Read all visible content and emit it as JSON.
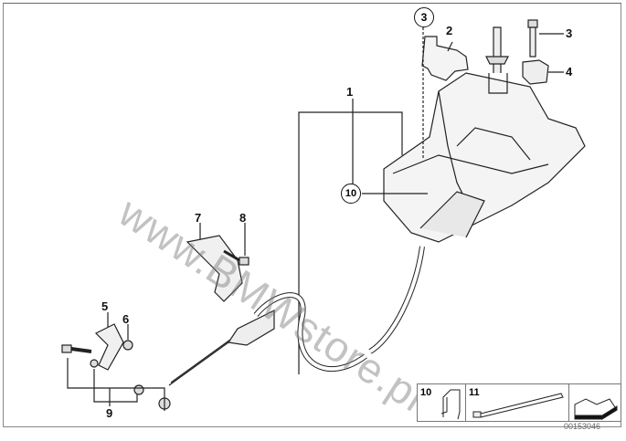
{
  "diagram": {
    "watermark": "www.BMWstore.pl",
    "drawing_number": "00153046",
    "callouts": {
      "c1": "1",
      "c2": "2",
      "c3_circled": "3",
      "c3": "3",
      "c4": "4",
      "c5": "5",
      "c6": "6",
      "c7": "7",
      "c8": "8",
      "c9": "9",
      "c10_circled": "10"
    },
    "inset": {
      "part_a": "10",
      "part_b": "11"
    }
  }
}
